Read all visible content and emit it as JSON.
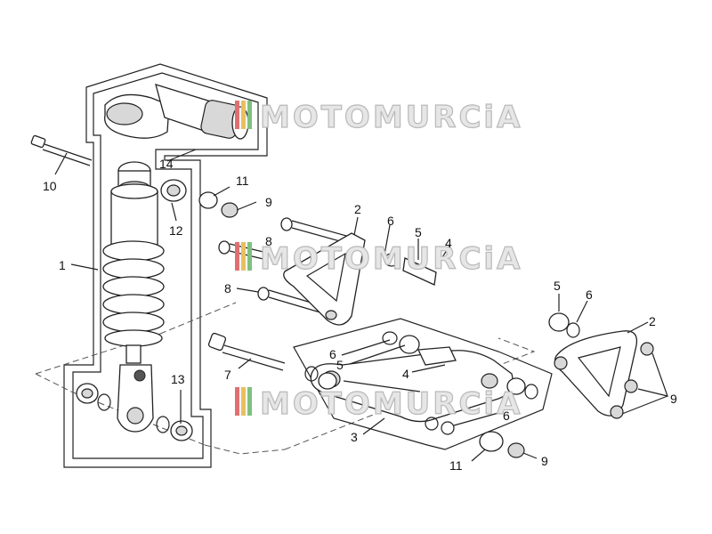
{
  "watermark": {
    "text": "MOTOMURCiA"
  },
  "callouts": {
    "c1": "1",
    "c2a": "2",
    "c2b": "2",
    "c3": "3",
    "c4a": "4",
    "c4b": "4",
    "c5a": "5",
    "c5b": "5",
    "c5c": "5",
    "c6a": "6",
    "c6b": "6",
    "c6c": "6",
    "c6d": "6",
    "c7": "7",
    "c8a": "8",
    "c8b": "8",
    "c9a": "9",
    "c9b": "9",
    "c9c": "9",
    "c10": "10",
    "c11a": "11",
    "c11b": "11",
    "c12": "12",
    "c13": "13",
    "c14": "14"
  }
}
